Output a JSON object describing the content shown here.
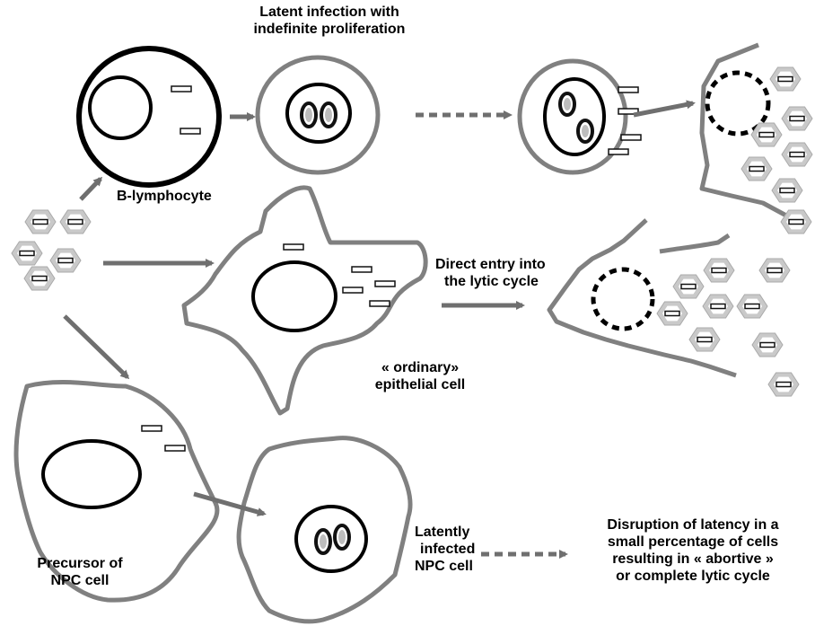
{
  "labels": {
    "latent_infection": [
      "Latent  infection with",
      "indefinite proliferation"
    ],
    "b_lymphocyte": "B-lymphocyte",
    "direct_entry": [
      "Direct entry into",
      "the lytic cycle"
    ],
    "ordinary_epithelial": [
      "« ordinary»",
      "epithelial cell"
    ],
    "precursor_npc": [
      "Precursor of",
      "NPC cell"
    ],
    "latently_infected": [
      "Latently",
      "infected",
      "NPC cell"
    ],
    "disruption": [
      "Disruption of latency in a",
      "small percentage of cells",
      "resulting in « abortive »",
      "or complete lytic cycle"
    ]
  },
  "colors": {
    "cell_outline": "#808080",
    "nucleus": "#000000",
    "arrow": "#6f6f6f",
    "virion_outer": "#c9c9c9",
    "virion_inner": "#ffffff",
    "genome": "#111111"
  }
}
